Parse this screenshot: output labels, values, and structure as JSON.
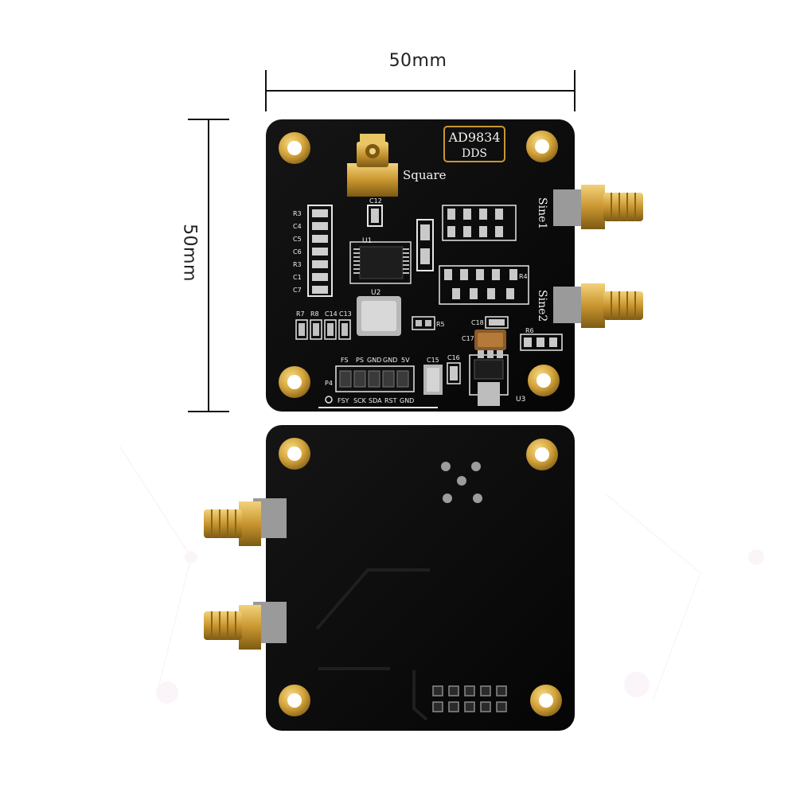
{
  "dimensions": {
    "width_label": "50mm",
    "height_label": "50mm"
  },
  "board_front": {
    "logo_line1": "AD9834",
    "logo_line2": "DDS",
    "square_label": "Square",
    "sine1_label": "Sine1",
    "sine2_label": "Sine2",
    "chip_u1": "U1",
    "chip_u2": "U2",
    "chip_u3": "U3",
    "header_p4": "P4",
    "header_top_pins": [
      "FS",
      "PS",
      "GND",
      "GND",
      "5V"
    ],
    "header_bottom_pins": [
      "FSY",
      "SCK",
      "SDA",
      "RST",
      "GND"
    ],
    "left_parts": [
      "R3",
      "C4",
      "C5",
      "C6",
      "R3",
      "C1",
      "C7"
    ],
    "lower_left_parts": [
      "R7",
      "R8",
      "C14",
      "C13"
    ],
    "cap_labels": [
      "C12",
      "C15",
      "C16",
      "C17",
      "C18",
      "R5",
      "R4",
      "R6"
    ]
  },
  "colors": {
    "pcb": "#0b0b0b",
    "gold": "#d4a53c",
    "silk": "#f2f2f2"
  }
}
